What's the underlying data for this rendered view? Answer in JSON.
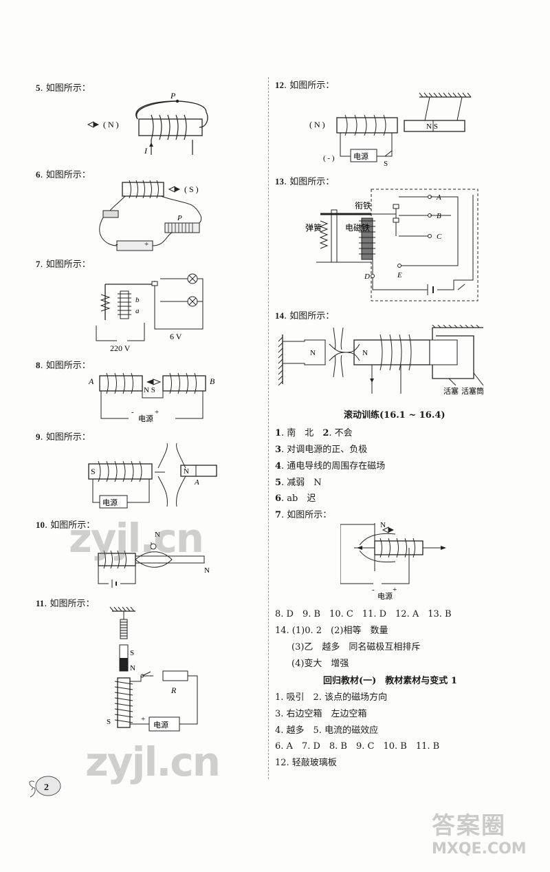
{
  "left_questions": [
    {
      "num": "5",
      "label": ". 如图所示："
    },
    {
      "num": "6",
      "label": ". 如图所示："
    },
    {
      "num": "7",
      "label": ". 如图所示："
    },
    {
      "num": "8",
      "label": ". 如图所示："
    },
    {
      "num": "9",
      "label": ". 如图所示："
    },
    {
      "num": "10",
      "label": ". 如图所示："
    },
    {
      "num": "11",
      "label": ". 如图所示："
    }
  ],
  "right_questions": [
    {
      "num": "12",
      "label": ". 如图所示："
    },
    {
      "num": "13",
      "label": ". 如图所示："
    },
    {
      "num": "14",
      "label": ". 如图所示："
    }
  ],
  "fig_labels": {
    "q5": {
      "p": "P",
      "n": "( N )",
      "i": "I"
    },
    "q6": {
      "s": "( S )",
      "p": "P",
      "plus": "+",
      "minus": "-"
    },
    "q7": {
      "b": "b",
      "a": "a",
      "v6": "6 V",
      "v220": "220 V"
    },
    "q8": {
      "a": "A",
      "b": "B",
      "ns": "N S",
      "minus": "-",
      "plus": "+",
      "power": "电源"
    },
    "q9": {
      "s": "S",
      "n": "N",
      "a": "A",
      "power": "电源"
    },
    "q10": {
      "n1": "N",
      "n2": "N"
    },
    "q11": {
      "s1": "S",
      "n1": "N",
      "r": "R",
      "s2": "S",
      "plus": "+",
      "power": "电源"
    },
    "q12": {
      "n": "( N )",
      "ns": "N S",
      "minus": "( - )",
      "power": "电源",
      "s": "S"
    },
    "q13": {
      "armature": "衔铁",
      "spring": "弹簧",
      "magnet": "电磁铁",
      "a": "A",
      "b": "B",
      "c": "C",
      "d": "D",
      "e": "E"
    },
    "q14": {
      "n1": "N",
      "n2": "N",
      "piston": "活塞",
      "cylinder": "活塞筒"
    },
    "r7": {
      "n": "N",
      "minus": "-",
      "plus": "+",
      "power": "电源"
    }
  },
  "section1": {
    "title": "滚动训练(16.1 ~ 16.4)"
  },
  "answers1": [
    {
      "num": "1",
      "text": ". 南　北　"
    },
    {
      "num": "3",
      "text": ". 对调电源的正、负极"
    },
    {
      "num": "4",
      "text": ". 通电导线的周围存在磁场"
    },
    {
      "num": "5",
      "text": ". 减弱　N"
    },
    {
      "num": "6",
      "text": ". ab　迟"
    },
    {
      "num": "7",
      "text": ". 如图所示："
    }
  ],
  "answer1_extra": {
    "num": "2",
    "text": ". 不会"
  },
  "mc_row1": "8. D　9. B　10. C　11. D　12. A　13. B",
  "q14_answers": [
    "14. (1)0. 2　(2)相等　数量",
    "(3)乙　越多　同名磁极互相排斥",
    "(4)变大　增强"
  ],
  "section2": {
    "title": "回归教材(一)　教材素材与变式 1"
  },
  "answers2": [
    "1. 吸引　2. 该点的磁场方向",
    "3. 右边空箱　左边空箱",
    "4. 越多　5. 电流的磁效应",
    "6. A　7. D　8. B　9. C　10. B　11. B",
    "12. 轻敲玻璃板"
  ],
  "page_number": "2",
  "watermarks": [
    "zyjl.cn",
    "zyjl.cn"
  ],
  "stamp": {
    "line1": "答案圈",
    "line2": "MXQE.COM"
  }
}
